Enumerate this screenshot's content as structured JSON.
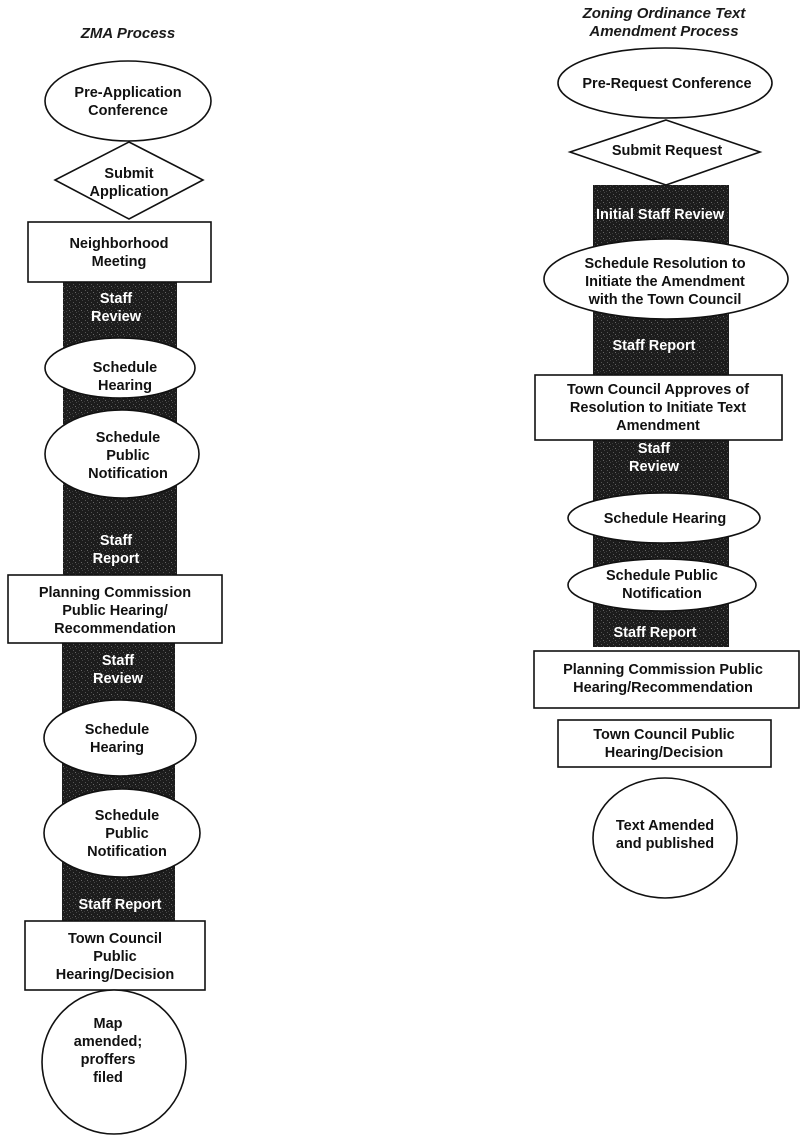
{
  "zma": {
    "title": "ZMA Process",
    "nodes": {
      "pre_application": [
        "Pre-Application",
        "Conference"
      ],
      "submit_application": [
        "Submit",
        "Application"
      ],
      "neighborhood_meeting": [
        "Neighborhood",
        "Meeting"
      ],
      "staff_review_1": [
        "Staff",
        "Review"
      ],
      "schedule_hearing_1": [
        "Schedule",
        "Hearing"
      ],
      "schedule_notification_1": [
        "Schedule",
        "Public",
        "Notification"
      ],
      "staff_report_1": [
        "Staff",
        "Report"
      ],
      "planning_commission": [
        "Planning Commission",
        "Public Hearing/",
        "Recommendation"
      ],
      "staff_review_2": [
        "Staff",
        "Review"
      ],
      "schedule_hearing_2": [
        "Schedule",
        "Hearing"
      ],
      "schedule_notification_2": [
        "Schedule",
        "Public",
        "Notification"
      ],
      "staff_report_2": [
        "Staff Report"
      ],
      "town_council": [
        "Town Council",
        "Public",
        "Hearing/Decision"
      ],
      "map_amended": [
        "Map",
        "amended;",
        "proffers",
        "filed"
      ]
    }
  },
  "text_amendment": {
    "title": [
      "Zoning Ordinance Text",
      "Amendment Process"
    ],
    "nodes": {
      "pre_request": [
        "Pre-Request Conference"
      ],
      "submit_request": [
        "Submit Request"
      ],
      "initial_staff_review": [
        "Initial Staff Review"
      ],
      "schedule_resolution": [
        "Schedule Resolution to",
        "Initiate the Amendment",
        "with the Town Council"
      ],
      "staff_report_1": [
        "Staff Report"
      ],
      "council_approves": [
        "Town Council Approves of",
        "Resolution to Initiate Text",
        "Amendment"
      ],
      "staff_review": [
        "Staff",
        "Review"
      ],
      "schedule_hearing": [
        "Schedule Hearing"
      ],
      "schedule_notification": [
        "Schedule Public",
        "Notification"
      ],
      "staff_report_2": [
        "Staff Report"
      ],
      "planning_commission": [
        "Planning Commission Public",
        "Hearing/Recommendation"
      ],
      "town_council": [
        "Town Council Public",
        "Hearing/Decision"
      ],
      "text_amended": [
        "Text Amended",
        "and published"
      ]
    }
  },
  "colors": {
    "bar": "#1c1c1c",
    "line": "#111111",
    "background": "#ffffff"
  }
}
